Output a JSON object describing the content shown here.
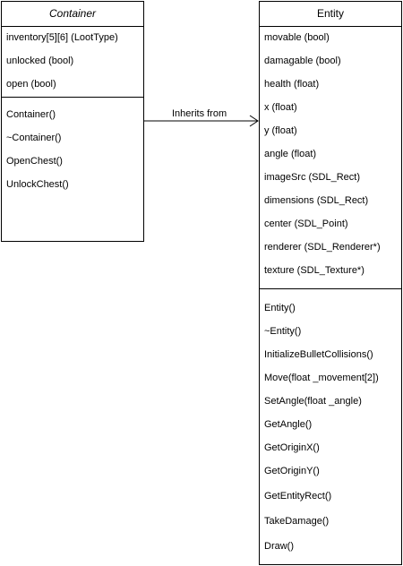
{
  "container": {
    "title": "Container",
    "attributes": [
      "inventory[5][6] (LootType)",
      "unlocked (bool)",
      "open (bool)"
    ],
    "methods": [
      "Container()",
      "~Container()",
      "OpenChest()",
      "UnlockChest()"
    ]
  },
  "entity": {
    "title": "Entity",
    "attributes": [
      "movable (bool)",
      "damagable (bool)",
      "health (float)",
      "x (float)",
      "y (float)",
      "angle (float)",
      "imageSrc (SDL_Rect)",
      "dimensions (SDL_Rect)",
      "center (SDL_Point)",
      "renderer (SDL_Renderer*)",
      "texture (SDL_Texture*)"
    ],
    "methods": [
      "Entity()",
      "~Entity()",
      "InitializeBulletCollisions()",
      "Move(float _movement[2])",
      "SetAngle(float _angle)",
      "GetAngle()",
      "GetOriginX()",
      "GetOriginY()",
      "GetEntityRect()",
      "TakeDamage()",
      "Draw()"
    ]
  },
  "relation": {
    "label": "Inherits from"
  }
}
